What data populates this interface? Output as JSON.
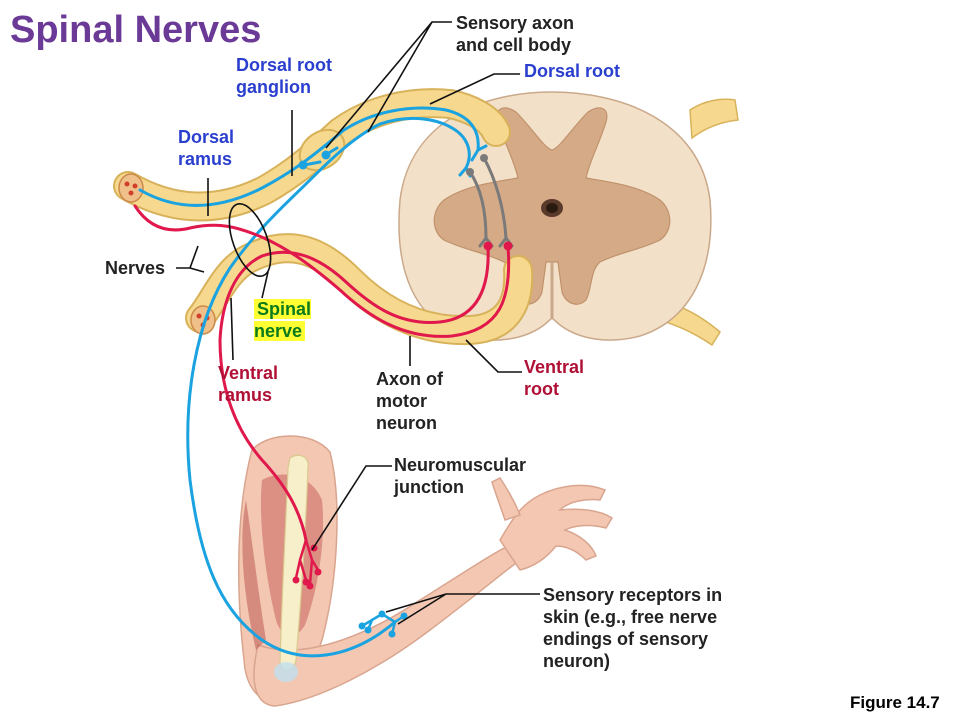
{
  "title": "Spinal Nerves",
  "colors": {
    "title": "#6b3a96",
    "blue_label": "#2b3fcf",
    "red_label": "#b01035",
    "green_label": "#0a7a1a",
    "highlight": "#ffff33",
    "sensory_axon": "#1aa3e0",
    "motor_axon": "#e0184c",
    "nerve_fill": "#f6d98e",
    "cord_white_matter": "#f2e0c8",
    "cord_gray_matter": "#d5aa86"
  },
  "labels": {
    "sensory_axon": "Sensory axon\nand cell body",
    "dorsal_root": "Dorsal root",
    "dorsal_root_ganglion": "Dorsal root\nganglion",
    "dorsal_ramus": "Dorsal\nramus",
    "nerves": "Nerves",
    "spinal_nerve": "Spinal\nnerve",
    "ventral_ramus": "Ventral\nramus",
    "axon_motor_neuron": "Axon of\nmotor\nneuron",
    "ventral_root": "Ventral\nroot",
    "neuromuscular_junction": "Neuromuscular\njunction",
    "sensory_receptors": "Sensory receptors in\nskin (e.g., free nerve\nendings of sensory\nneuron)"
  },
  "figure_caption": "Figure 14.7"
}
